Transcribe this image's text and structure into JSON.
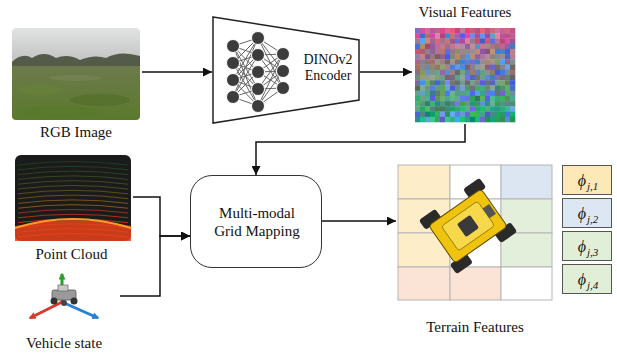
{
  "diagram": {
    "nodes": [
      {
        "text": [
          "RGB Image"
        ]
      },
      {
        "text": [
          "DINOv2 Encoder"
        ]
      },
      {
        "text": [
          "Visual Features"
        ]
      },
      {
        "text": [
          "Point Cloud"
        ]
      },
      {
        "text": [
          "Vehicle state"
        ]
      },
      {
        "text": [
          "Multi-modal Grid Mapping"
        ]
      },
      {
        "text": [
          "Terrain Features"
        ]
      },
      {
        "text": [
          "ϕ",
          "j,1"
        ]
      },
      {
        "text": [
          "ϕ",
          "j,2"
        ]
      },
      {
        "text": [
          "ϕ",
          "j,3"
        ]
      },
      {
        "text": [
          "ϕ",
          "j,4"
        ]
      }
    ],
    "edges": [
      {
        "from": 0,
        "to": 1,
        "arrow": "to"
      },
      {
        "from": 1,
        "to": 2,
        "arrow": "to"
      },
      {
        "from": 2,
        "to": 5,
        "arrow": "to"
      },
      {
        "from": 3,
        "to": 5,
        "arrow": "to"
      },
      {
        "from": 4,
        "to": 5,
        "arrow": "to"
      },
      {
        "from": 5,
        "to": 6,
        "arrow": "to"
      }
    ]
  }
}
